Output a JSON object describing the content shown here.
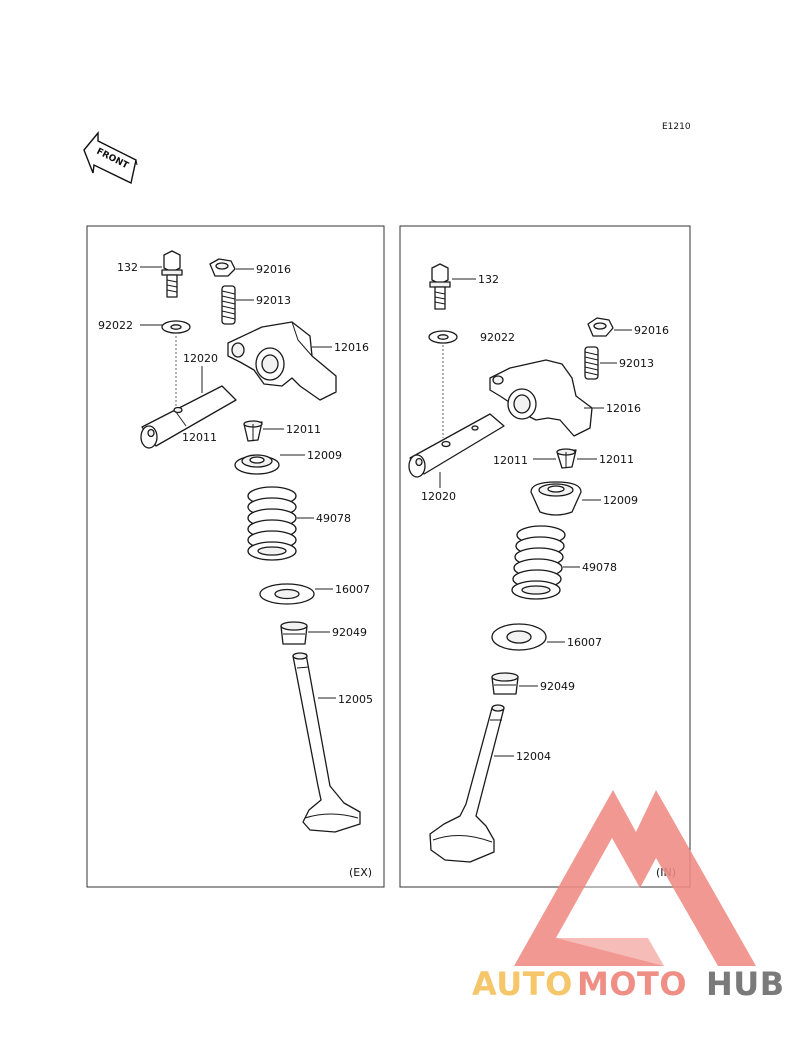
{
  "diagram_code": "E1210",
  "front_label": "FRONT",
  "brand": {
    "part1": "AUTO",
    "part2": "MOTO",
    "part3": "HUB",
    "color1": "#f5c76a",
    "color2": "#ef8e85",
    "color3": "#7a7a7a",
    "logo_color": "#f08a83"
  },
  "panels": {
    "exhaust": {
      "tag": "(EX)",
      "labels": {
        "bolt": "132",
        "nut": "92016",
        "adjuster": "92013",
        "washer": "92022",
        "rocker_arm": "12016",
        "shaft": "12020",
        "shaft_pin": "12011",
        "cotter": "12011",
        "retainer": "12009",
        "spring": "49078",
        "seat": "16007",
        "seal": "92049",
        "valve": "12005"
      }
    },
    "intake": {
      "tag": "(IN)",
      "labels": {
        "bolt": "132",
        "washer": "92022",
        "nut": "92016",
        "adjuster": "92013",
        "rocker_arm": "12016",
        "cotter_left": "12011",
        "cotter_right": "12011",
        "shaft": "12020",
        "retainer": "12009",
        "spring": "49078",
        "seat": "16007",
        "seal": "92049",
        "valve": "12004"
      }
    }
  }
}
